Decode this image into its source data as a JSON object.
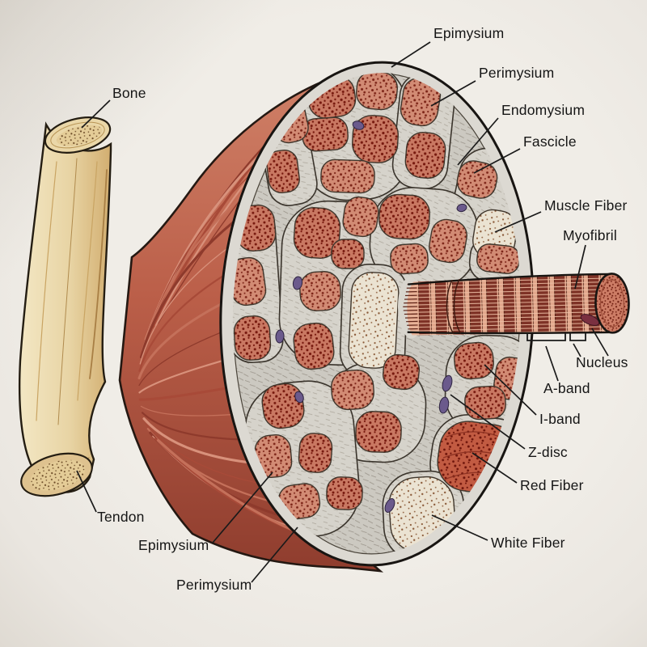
{
  "figure": {
    "subject": "Skeletal muscle structure diagram: bone and tendon attachment with muscle cross-section showing fascicles and a protruding muscle fiber",
    "labels": {
      "bone": "Bone",
      "epimysium_top": "Epimysium",
      "perimysium_top": "Perimysium",
      "endomysium": "Endomysium",
      "fascicle": "Fascicle",
      "muscle_fiber": "Muscle Fiber",
      "myofibril": "Myofibril",
      "nucleus": "Nucleus",
      "a_band": "A-band",
      "i_band": "I-band",
      "z_disc": "Z-disc",
      "red_fiber": "Red Fiber",
      "white_fiber": "White Fiber",
      "tendon": "Tendon",
      "epimysium_bottom": "Epimysium",
      "perimysium_bottom": "Perimysium"
    },
    "colors": {
      "background": "#efece6",
      "text": "#151515",
      "bone_tan": "#e8d4a4",
      "muscle_red": "#b85a44",
      "fiber_salmon": "#c97862",
      "fiber_light": "#d28b74",
      "cream_fiber": "#ebe3d2",
      "connective_gray": "#d6d3cc",
      "nucleus_purple": "#6b5a8c",
      "band_dark": "#7e3226",
      "band_light": "#e2a78c"
    }
  }
}
